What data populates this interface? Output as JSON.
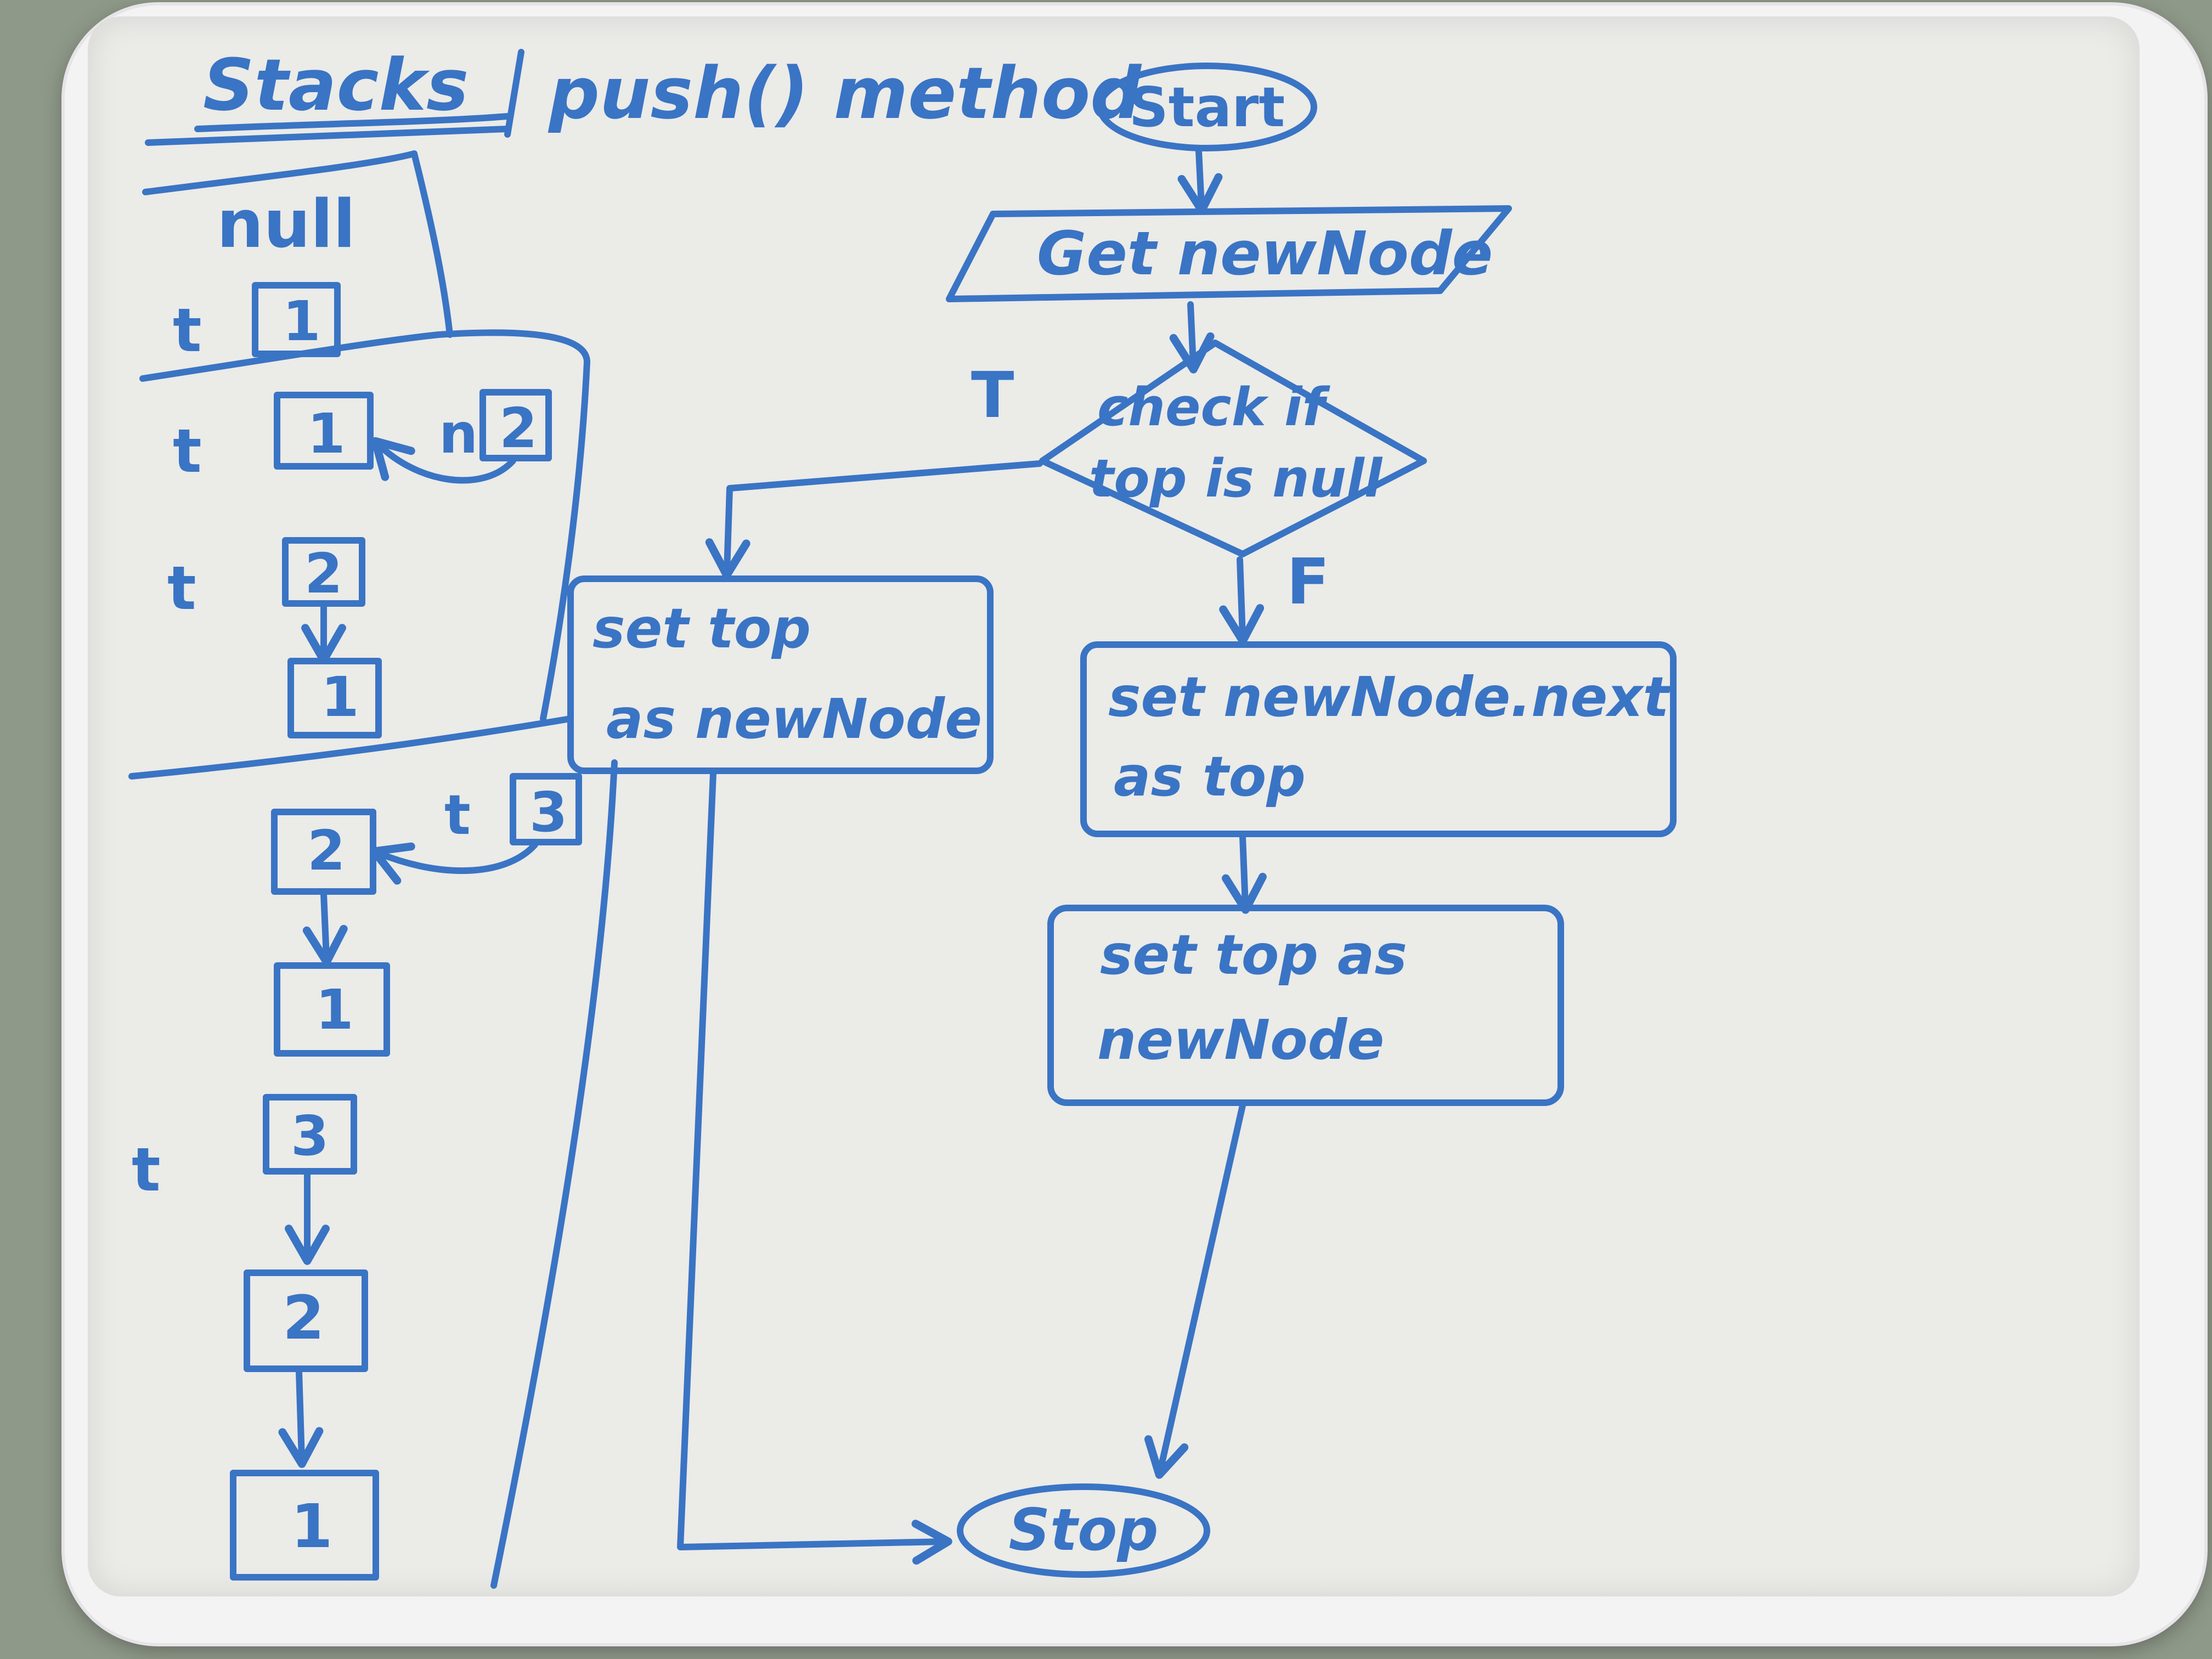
{
  "header": {
    "title": "Stacks",
    "subtitle": "push() method"
  },
  "flowchart": {
    "start": "Start",
    "input": "Get newNode",
    "decision_line1": "check if",
    "decision_line2": "top is null",
    "true_label": "T",
    "false_label": "F",
    "true_action_line1": "set top",
    "true_action_line2": "as newNode",
    "false_action1_line1": "set newNode.next",
    "false_action1_line2": "as top",
    "false_action2_line1": "set top as",
    "false_action2_line2": "newNode",
    "stop": "Stop"
  },
  "stack_examples": {
    "state1": {
      "empty": "null",
      "pointer": "t",
      "node": "1"
    },
    "state2": {
      "top_pointer": "t",
      "top_node": "1",
      "new_pointer": "n",
      "new_node": "2"
    },
    "state3": {
      "pointer": "t",
      "top_node": "2",
      "bottom_node": "1"
    },
    "state4": {
      "new_pointer": "t",
      "new_node": "3",
      "top_node": "2",
      "bottom_node": "1"
    },
    "state5": {
      "pointer": "t",
      "top_node": "3",
      "middle_node": "2",
      "bottom_node": "1"
    }
  },
  "colors": {
    "ink": "#3a74c4",
    "board": "#ebebe8",
    "frame": "#f4f3f4"
  }
}
